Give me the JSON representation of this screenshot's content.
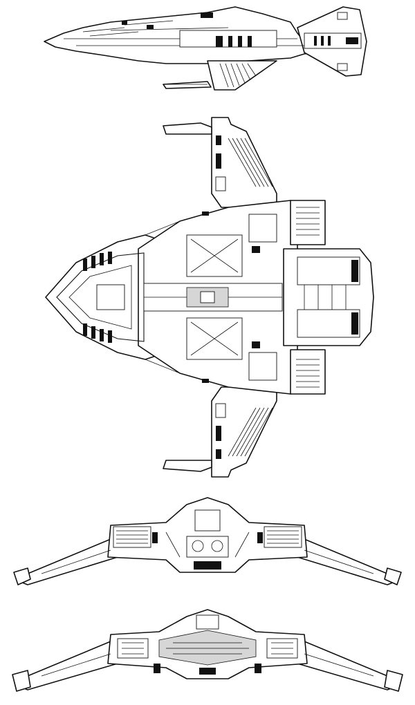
{
  "figure": {
    "views": [
      {
        "id": "side",
        "label": ""
      },
      {
        "id": "top",
        "label": ""
      },
      {
        "id": "front",
        "label": ""
      },
      {
        "id": "rear",
        "label": ""
      }
    ],
    "line_color": "#111111",
    "background": "#ffffff"
  }
}
